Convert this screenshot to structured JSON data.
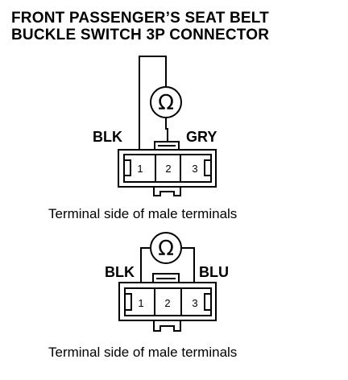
{
  "title": {
    "line1": "FRONT PASSENGER’S SEAT BELT",
    "line2": "BUCKLE SWITCH 3P CONNECTOR"
  },
  "diagrams": [
    {
      "ohmmeter_symbol": "Ω",
      "left_wire": "BLK",
      "right_wire": "GRY",
      "terminals": [
        "1",
        "2",
        "3"
      ],
      "caption": "Terminal side of male terminals"
    },
    {
      "ohmmeter_symbol": "Ω",
      "left_wire": "BLK",
      "right_wire": "BLU",
      "terminals": [
        "1",
        "2",
        "3"
      ],
      "caption": "Terminal side of male terminals"
    }
  ],
  "colors": {
    "ink": "#000000",
    "background": "#ffffff"
  }
}
